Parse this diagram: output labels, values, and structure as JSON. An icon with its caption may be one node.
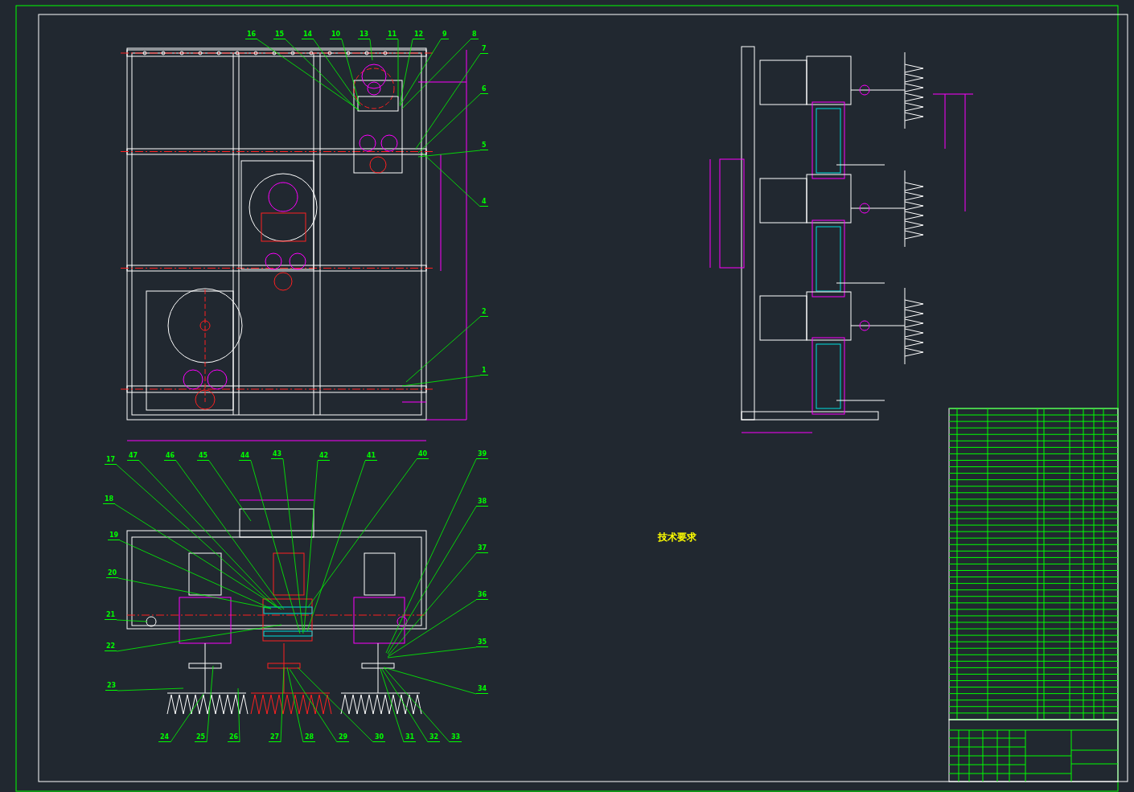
{
  "diagram": {
    "nodes": [
      {
        "text": [
          "16"
        ]
      },
      {
        "text": [
          "15"
        ]
      },
      {
        "text": [
          "14"
        ]
      },
      {
        "text": [
          "10"
        ]
      },
      {
        "text": [
          "13"
        ]
      },
      {
        "text": [
          "11"
        ]
      },
      {
        "text": [
          "12"
        ]
      },
      {
        "text": [
          "9"
        ]
      },
      {
        "text": [
          "8"
        ]
      },
      {
        "text": [
          "7"
        ]
      },
      {
        "text": [
          "6"
        ]
      },
      {
        "text": [
          "5"
        ]
      },
      {
        "text": [
          "4"
        ]
      },
      {
        "text": [
          "2"
        ]
      },
      {
        "text": [
          "1"
        ]
      },
      {
        "text": [
          "17"
        ]
      },
      {
        "text": [
          "47"
        ]
      },
      {
        "text": [
          "46"
        ]
      },
      {
        "text": [
          "45"
        ]
      },
      {
        "text": [
          "44"
        ]
      },
      {
        "text": [
          "43"
        ]
      },
      {
        "text": [
          "42"
        ]
      },
      {
        "text": [
          "41"
        ]
      },
      {
        "text": [
          "40"
        ]
      },
      {
        "text": [
          "39"
        ]
      },
      {
        "text": [
          "18"
        ]
      },
      {
        "text": [
          "19"
        ]
      },
      {
        "text": [
          "20"
        ]
      },
      {
        "text": [
          "21"
        ]
      },
      {
        "text": [
          "22"
        ]
      },
      {
        "text": [
          "23"
        ]
      },
      {
        "text": [
          "38"
        ]
      },
      {
        "text": [
          "37"
        ]
      },
      {
        "text": [
          "36"
        ]
      },
      {
        "text": [
          "35"
        ]
      },
      {
        "text": [
          "34"
        ]
      },
      {
        "text": [
          "24"
        ]
      },
      {
        "text": [
          "25"
        ]
      },
      {
        "text": [
          "26"
        ]
      },
      {
        "text": [
          "27"
        ]
      },
      {
        "text": [
          "28"
        ]
      },
      {
        "text": [
          "29"
        ]
      },
      {
        "text": [
          "30"
        ]
      },
      {
        "text": [
          "31"
        ]
      },
      {
        "text": [
          "32"
        ]
      },
      {
        "text": [
          "33"
        ]
      }
    ],
    "edges": [
      {
        "from": 0,
        "to": null,
        "arrow": "none"
      },
      {
        "from": 1,
        "to": null,
        "arrow": "none"
      },
      {
        "from": 2,
        "to": null,
        "arrow": "none"
      },
      {
        "from": 3,
        "to": null,
        "arrow": "none"
      },
      {
        "from": 4,
        "to": null,
        "arrow": "none"
      },
      {
        "from": 5,
        "to": null,
        "arrow": "none"
      },
      {
        "from": 6,
        "to": null,
        "arrow": "none"
      },
      {
        "from": 7,
        "to": null,
        "arrow": "none"
      },
      {
        "from": 8,
        "to": null,
        "arrow": "none"
      },
      {
        "from": 9,
        "to": null,
        "arrow": "none"
      },
      {
        "from": 10,
        "to": null,
        "arrow": "none"
      },
      {
        "from": 11,
        "to": null,
        "arrow": "none"
      },
      {
        "from": 12,
        "to": null,
        "arrow": "none"
      },
      {
        "from": 13,
        "to": null,
        "arrow": "none"
      },
      {
        "from": 14,
        "to": null,
        "arrow": "none"
      },
      {
        "from": 15,
        "to": null,
        "arrow": "none"
      },
      {
        "from": 16,
        "to": null,
        "arrow": "none"
      },
      {
        "from": 17,
        "to": null,
        "arrow": "none"
      },
      {
        "from": 18,
        "to": null,
        "arrow": "none"
      },
      {
        "from": 19,
        "to": null,
        "arrow": "none"
      },
      {
        "from": 20,
        "to": null,
        "arrow": "none"
      },
      {
        "from": 21,
        "to": null,
        "arrow": "none"
      },
      {
        "from": 22,
        "to": null,
        "arrow": "none"
      },
      {
        "from": 23,
        "to": null,
        "arrow": "none"
      },
      {
        "from": 24,
        "to": null,
        "arrow": "none"
      },
      {
        "from": 25,
        "to": null,
        "arrow": "none"
      },
      {
        "from": 26,
        "to": null,
        "arrow": "none"
      },
      {
        "from": 27,
        "to": null,
        "arrow": "none"
      },
      {
        "from": 28,
        "to": null,
        "arrow": "none"
      },
      {
        "from": 29,
        "to": null,
        "arrow": "none"
      },
      {
        "from": 30,
        "to": null,
        "arrow": "none"
      },
      {
        "from": 31,
        "to": null,
        "arrow": "none"
      },
      {
        "from": 32,
        "to": null,
        "arrow": "none"
      },
      {
        "from": 33,
        "to": null,
        "arrow": "none"
      },
      {
        "from": 34,
        "to": null,
        "arrow": "none"
      },
      {
        "from": 35,
        "to": null,
        "arrow": "none"
      },
      {
        "from": 36,
        "to": null,
        "arrow": "none"
      },
      {
        "from": 37,
        "to": null,
        "arrow": "none"
      },
      {
        "from": 38,
        "to": null,
        "arrow": "none"
      },
      {
        "from": 39,
        "to": null,
        "arrow": "none"
      },
      {
        "from": 40,
        "to": null,
        "arrow": "none"
      },
      {
        "from": 41,
        "to": null,
        "arrow": "none"
      },
      {
        "from": 42,
        "to": null,
        "arrow": "none"
      },
      {
        "from": 43,
        "to": null,
        "arrow": "none"
      },
      {
        "from": 44,
        "to": null,
        "arrow": "none"
      },
      {
        "from": 45,
        "to": null,
        "arrow": "none"
      }
    ],
    "labels": [
      "技术要求"
    ]
  }
}
